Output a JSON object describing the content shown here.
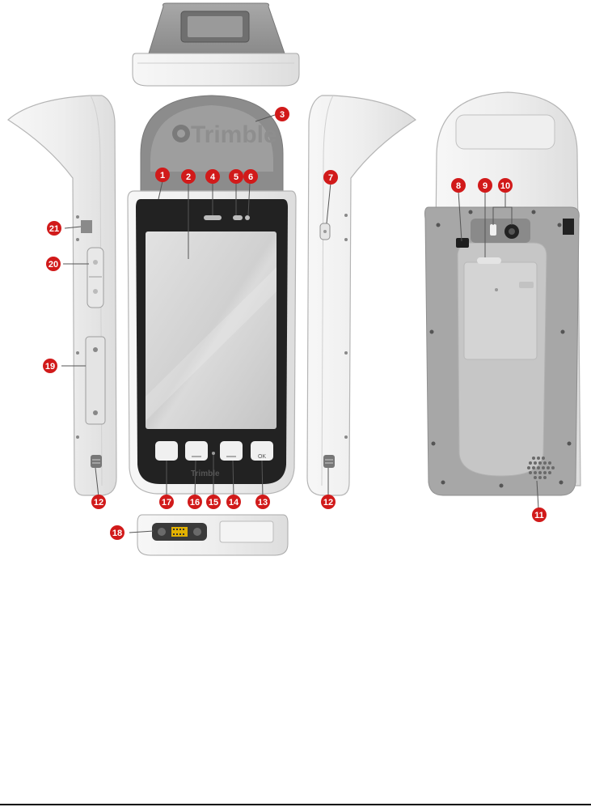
{
  "figure": {
    "brand": "Trimble",
    "ok_key": "OK",
    "colors": {
      "callout": "#d11a1a",
      "body": "#ececec",
      "body_outline": "#bdbdbd",
      "bezel": "#7c7c7c",
      "screen": "#cfcfcf",
      "back_panel": "#a9a9a9",
      "logo_red": "#e0302a"
    },
    "callouts": [
      "1",
      "2",
      "3",
      "4",
      "5",
      "6",
      "7",
      "8",
      "9",
      "10",
      "11",
      "12",
      "12",
      "13",
      "14",
      "15",
      "16",
      "17",
      "18",
      "19",
      "20",
      "21"
    ]
  }
}
